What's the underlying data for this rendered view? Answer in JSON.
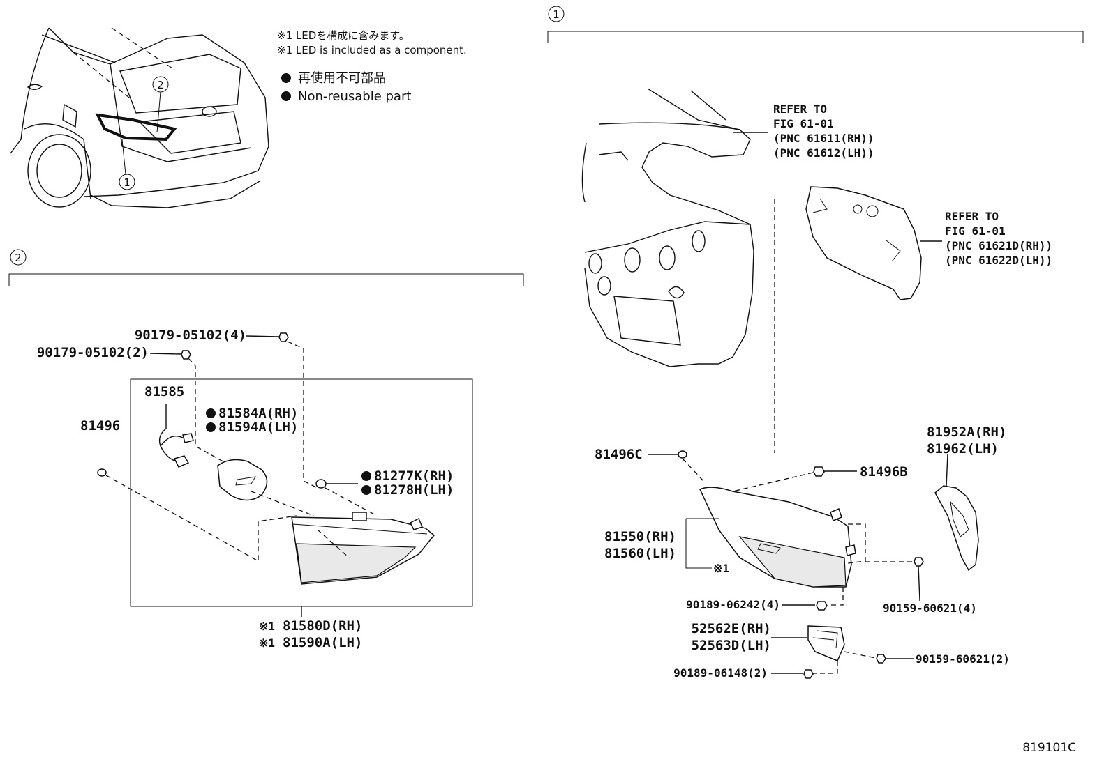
{
  "notes": {
    "led_jp": "※1 LEDを構成に含みます。",
    "led_en": "※1 LED is included as a component.",
    "nonreuse_jp": "再使用不可部品",
    "nonreuse_en": "Non-reusable part"
  },
  "callouts": {
    "c1": "1",
    "c2": "2",
    "star": "※1"
  },
  "refer1": {
    "l1": "REFER TO",
    "l2": "FIG 61-01",
    "l3": "(PNC 61611(RH))",
    "l4": "(PNC 61612(LH))"
  },
  "refer2": {
    "l1": "REFER TO",
    "l2": "FIG 61-01",
    "l3": "(PNC 61621D(RH))",
    "l4": "(PNC 61622D(LH))"
  },
  "parts": {
    "p90179_4": "90179-05102(4)",
    "p90179_2": "90179-05102(2)",
    "p81585": "81585",
    "p81496": "81496",
    "p81584A": "81584A(RH)",
    "p81594A": "81594A(LH)",
    "p81277K": "81277K(RH)",
    "p81278H": "81278H(LH)",
    "p81580D": "81580D(RH)",
    "p81590A": "81590A(LH)",
    "p81496C": "81496C",
    "p81496B": "81496B",
    "p81550": "81550(RH)",
    "p81560": "81560(LH)",
    "p81952A": "81952A(RH)",
    "p81962": "81962(LH)",
    "p90189_06242": "90189-06242(4)",
    "p90159_4": "90159-60621(4)",
    "p52562E": "52562E(RH)",
    "p52563D": "52563D(LH)",
    "p90189_06148": "90189-06148(2)",
    "p90159_2": "90159-60621(2)"
  },
  "figure_id": "819101C"
}
